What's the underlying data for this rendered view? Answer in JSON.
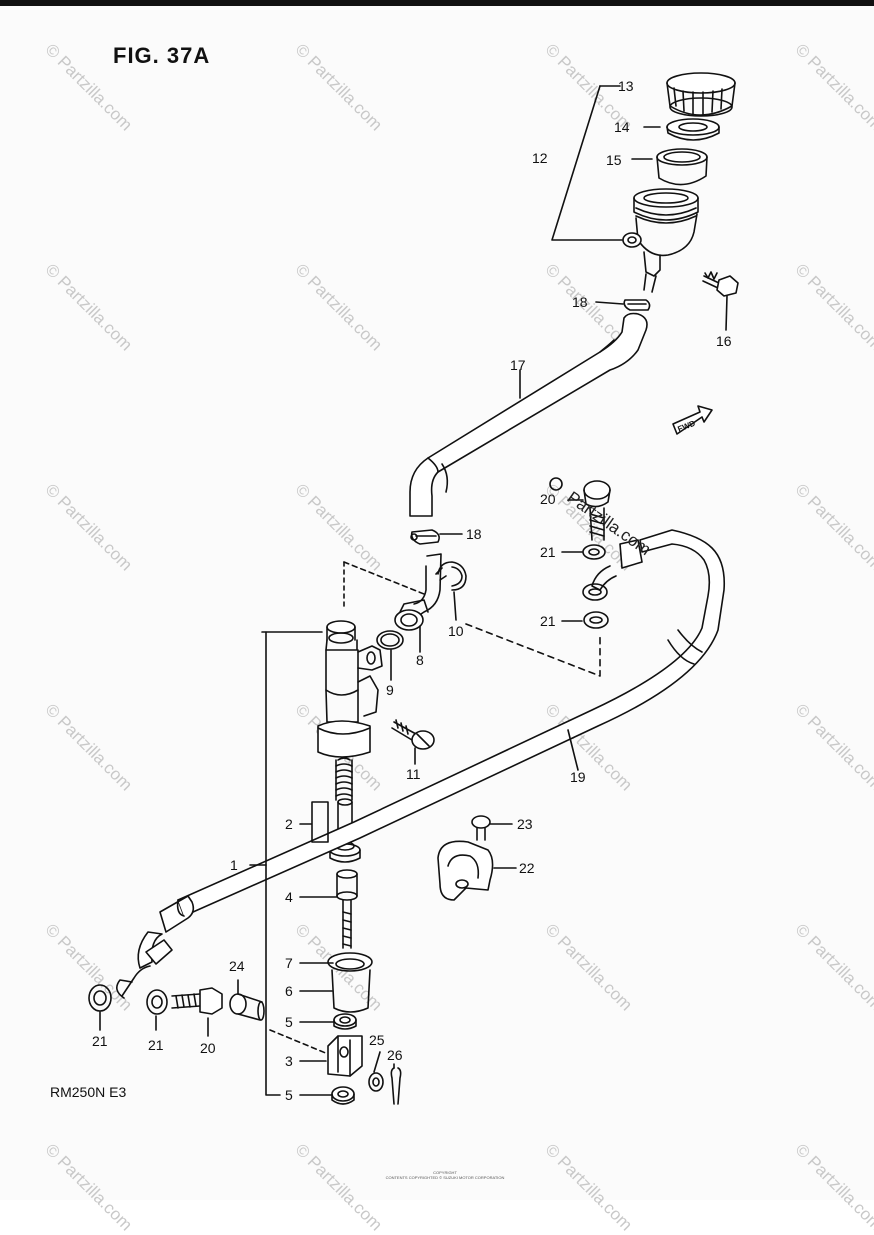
{
  "figure": {
    "title": "FIG. 37A",
    "model_code": "RM250N  E3",
    "fwd_label": "FWD",
    "watermark": "© Partzilla.com",
    "overlay_watermark": "Partzilla.com",
    "copyright_line1": "COPYRIGHT",
    "copyright_line2": "CONTENTS COPYRIGHTED © SUZUKI MOTOR CORPORATION"
  },
  "colors": {
    "ink": "#111111",
    "watermark": "#c8c8c8",
    "paper": "#fbfbfb"
  },
  "callouts": {
    "c13": "13",
    "c14": "14",
    "c12": "12",
    "c15": "15",
    "c16": "16",
    "c18a": "18",
    "c17": "17",
    "c18b": "18",
    "c20a": "20",
    "c21a": "21",
    "c21b": "21",
    "c10": "10",
    "c9": "9",
    "c8": "8",
    "c11": "11",
    "c19": "19",
    "c2": "2",
    "c23": "23",
    "c22": "22",
    "c1": "1",
    "c4": "4",
    "c7": "7",
    "c24": "24",
    "c6": "6",
    "c5a": "5",
    "c25": "25",
    "c3": "3",
    "c26": "26",
    "c5b": "5",
    "c21c": "21",
    "c21d": "21",
    "c20b": "20"
  }
}
